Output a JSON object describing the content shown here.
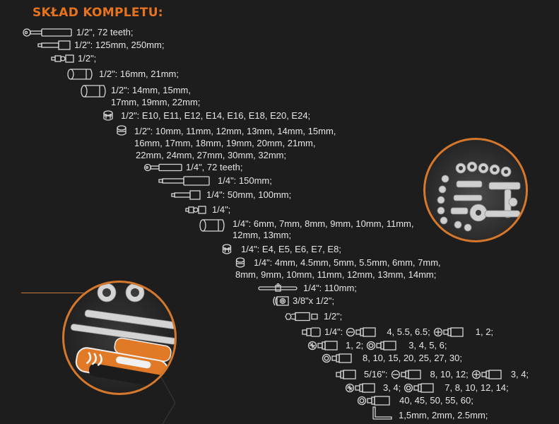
{
  "header": {
    "title": "SKŁAD KOMPLETU:"
  },
  "colors": {
    "background": "#1d1d1d",
    "accent": "#e8731f",
    "text": "#e6e6e6",
    "circle_border": "#d6782c"
  },
  "items": [
    {
      "icon": "ratchet-icon",
      "text": "1/2\", 72 teeth;"
    },
    {
      "icon": "extension-bar-icon",
      "text": "1/2\": 125mm, 250mm;"
    },
    {
      "icon": "universal-joint-icon",
      "text": "1/2\";"
    },
    {
      "icon": "deep-socket-icon",
      "text": "1/2\": 16mm, 21mm;"
    },
    {
      "icon": "deep-socket-icon",
      "lines": [
        "1/2\": 14mm, 15mm,",
        "17mm, 19mm, 22mm;"
      ]
    },
    {
      "icon": "torx-socket-icon",
      "text": "1/2\": E10, E11, E12, E14, E16, E18, E20, E24;"
    },
    {
      "icon": "socket-icon",
      "lines": [
        "1/2\": 10mm, 11mm, 12mm, 13mm, 14mm, 15mm,",
        "16mm, 17mm, 18mm, 19mm, 20mm, 21mm,",
        "22mm, 24mm, 27mm, 30mm, 32mm;"
      ]
    },
    {
      "icon": "ratchet-icon",
      "text": "1/4\", 72 teeth;"
    },
    {
      "icon": "extension-bar-icon",
      "text": "1/4\": 150mm;"
    },
    {
      "icon": "extension-bar-icon",
      "text": "1/4\": 50mm, 100mm;"
    },
    {
      "icon": "universal-joint-icon",
      "text": "1/4\";"
    },
    {
      "icon": "deep-socket-icon",
      "lines": [
        "1/4\": 6mm, 7mm, 8mm, 9mm, 10mm, 11mm,",
        "12mm, 13mm;"
      ]
    },
    {
      "icon": "torx-socket-icon",
      "text": "1/4\": E4, E5, E6, E7, E8;"
    },
    {
      "icon": "socket-icon",
      "lines": [
        "1/4\": 4mm, 4.5mm, 5mm, 5.5mm, 6mm, 7mm,",
        "8mm, 9mm, 10mm, 11mm, 12mm, 13mm, 14mm;"
      ]
    },
    {
      "icon": "t-handle-icon",
      "text": "1/4\": 110mm;"
    },
    {
      "icon": "adapter-icon",
      "text": "3/8\"x 1/2\";"
    },
    {
      "icon": "bit-adapter-icon",
      "text": "1/2\";"
    }
  ],
  "bits_quarter": {
    "prefix": "1/4\":",
    "flat": "4, 5.5, 6.5;",
    "phillips": "1, 2;",
    "pozidriv": "1, 2;",
    "hex": "3, 4, 5, 6;",
    "torx": "8, 10, 15, 20, 25, 27, 30;"
  },
  "bits_5_16": {
    "prefix": "5/16\":",
    "flat": "8, 10, 12;",
    "phillips": "3, 4;",
    "pozidriv": "3, 4;",
    "hex": "7, 8, 10, 12, 14;",
    "torx": "40, 45, 50, 55, 60;"
  },
  "hex_keys": {
    "icon": "hex-key-icon",
    "text": "1,5mm, 2mm, 2.5mm;"
  },
  "images": [
    {
      "name": "toolset-case-photo",
      "desc": "socket set in case"
    },
    {
      "name": "screwdriver-handle-photo",
      "desc": "orange handle closeup"
    }
  ]
}
